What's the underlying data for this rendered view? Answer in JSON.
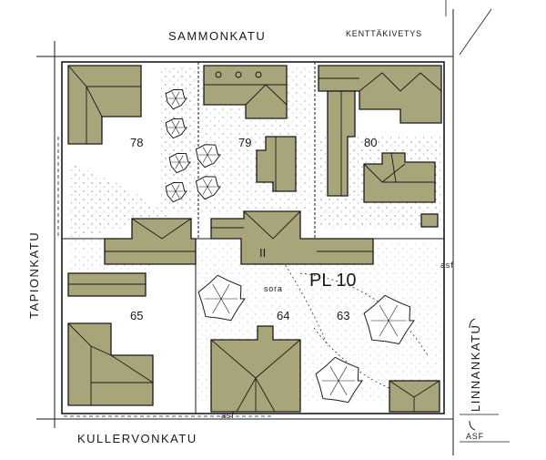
{
  "streets": {
    "north": "SAMMONKATU",
    "west": "TAPIONKATU",
    "south": "KULLERVONKATU",
    "east": "LINNANKATU"
  },
  "path_label": "KENTTÄKIVETYS",
  "block_label": "PL 10",
  "plots": [
    "78",
    "79",
    "80",
    "65",
    "64",
    "63"
  ],
  "building_mark": "II",
  "surfaces": {
    "gravel": "sora",
    "asphalt_south": "asf",
    "asphalt_east": "asf",
    "asphalt_corner": "ASF"
  },
  "colors": {
    "building_fill": "#a8a57a",
    "ink": "#1a1a1a",
    "paper": "#ffffff"
  }
}
